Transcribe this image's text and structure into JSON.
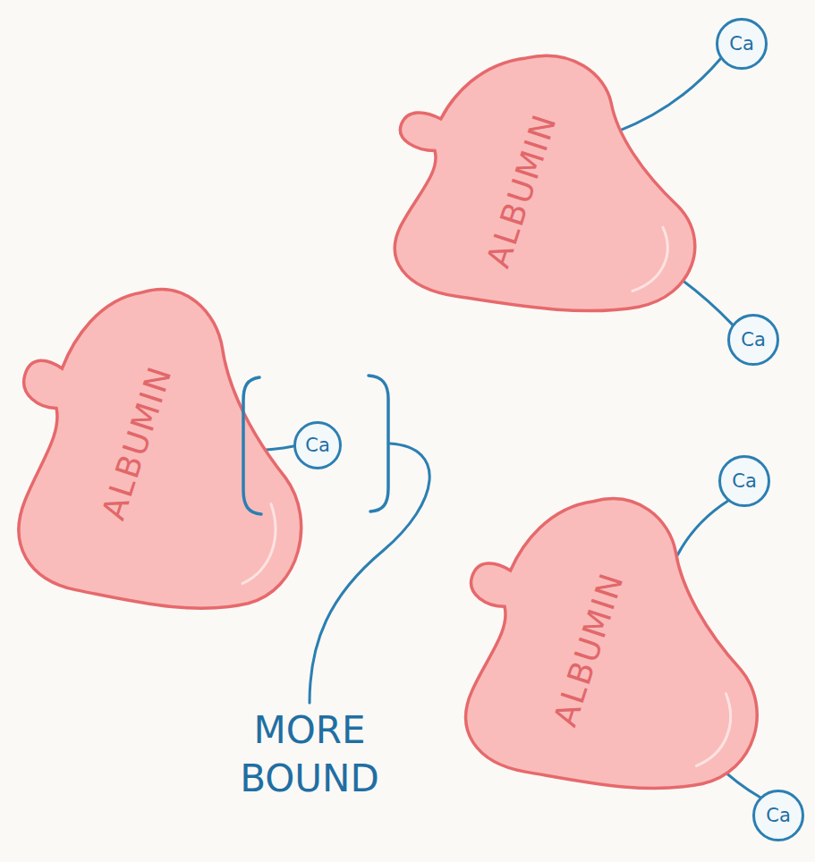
{
  "diagram": {
    "nodes": [
      {
        "text": [
          "ALBUMIN"
        ]
      },
      {
        "text": [
          "Ca"
        ]
      },
      {
        "text": [
          "Ca"
        ]
      },
      {
        "text": [
          "ALBUMIN"
        ]
      },
      {
        "text": [
          "Ca"
        ]
      },
      {
        "text": [
          "ALBUMIN"
        ]
      },
      {
        "text": [
          "Ca"
        ]
      },
      {
        "text": [
          "Ca"
        ]
      }
    ],
    "edges": [
      {
        "from": 0,
        "to": 1,
        "arrow": "none"
      },
      {
        "from": 0,
        "to": 2,
        "arrow": "none"
      },
      {
        "from": 3,
        "to": 4,
        "arrow": "none"
      },
      {
        "from": 5,
        "to": 6,
        "arrow": "none"
      },
      {
        "from": 5,
        "to": 7,
        "arrow": "none"
      }
    ],
    "labels": [
      "MORE BOUND"
    ]
  }
}
